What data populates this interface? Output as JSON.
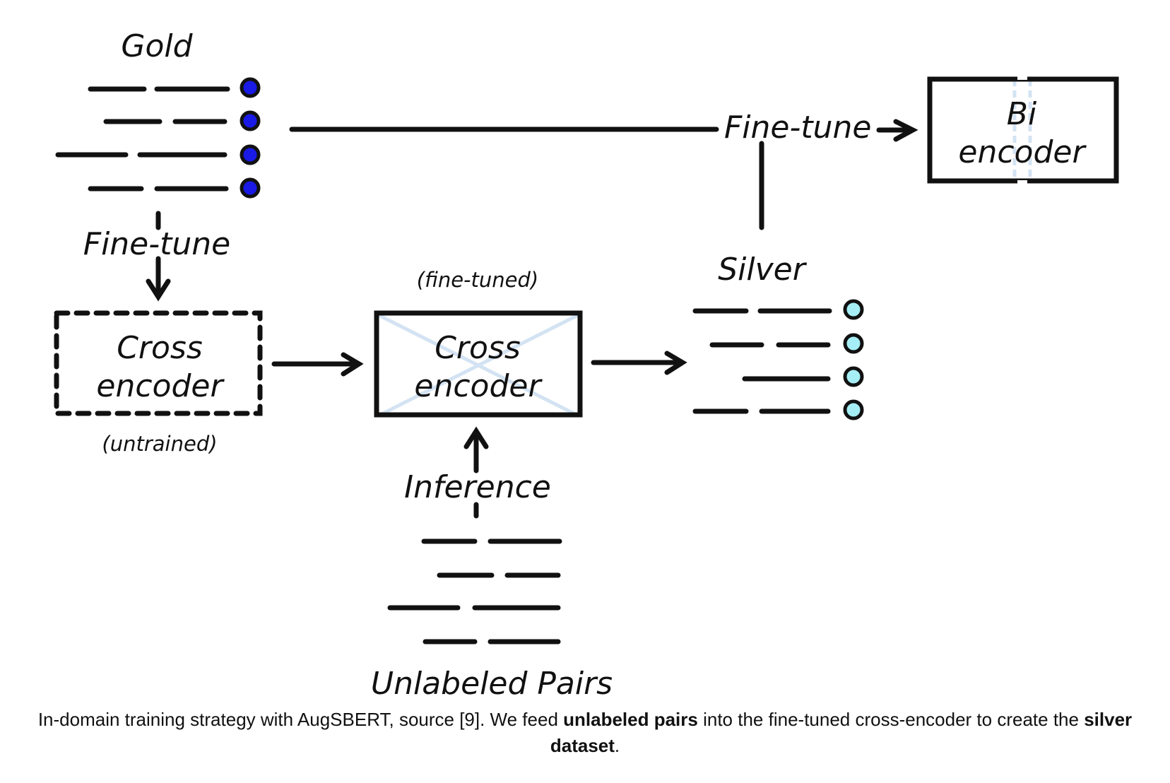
{
  "diagram": {
    "gold_label": "Gold",
    "silver_label": "Silver",
    "unlabeled_label": "Unlabeled Pairs",
    "finetune_left": "Fine-tune",
    "finetune_top": "Fine-tune",
    "inference_label": "Inference",
    "untrained_note": "(untrained)",
    "finetuned_note": "(fine-tuned)",
    "cross_encoder_untrained": {
      "line1": "Cross",
      "line2": "encoder"
    },
    "cross_encoder_finetuned": {
      "line1": "Cross",
      "line2": "encoder"
    },
    "bi_encoder": {
      "line1": "Bi",
      "line2": "encoder"
    },
    "colors": {
      "ink": "#111111",
      "gold_dot": "#1a1ae6",
      "silver_dot": "#a6eef5",
      "box_cross_lines": "#d3e3f3"
    }
  },
  "caption": {
    "part1": "In-domain training strategy with AugSBERT, source [9]. We feed ",
    "bold1": "unlabeled pairs",
    "part2": " into the fine-tuned cross-encoder to create the ",
    "bold2": "silver dataset",
    "part3": "."
  }
}
